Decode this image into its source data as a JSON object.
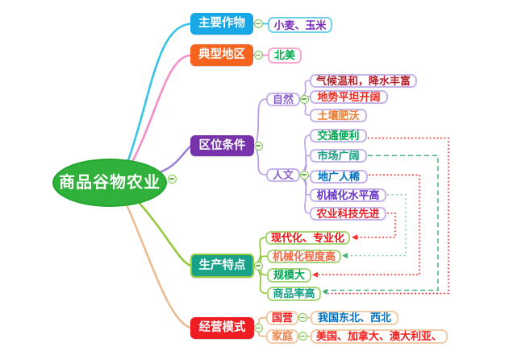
{
  "center": {
    "label": "商品谷物农业",
    "fill": "#2fb13b",
    "text_color": "#ffffff"
  },
  "branches": {
    "crops": {
      "label": "主要作物",
      "fill": "#18a8e6",
      "children": {
        "wheat_corn": {
          "label": "小麦、玉米",
          "text_color": "#7a2dbd"
        }
      }
    },
    "region": {
      "label": "典型地区",
      "fill": "#f4641e",
      "children": {
        "north_america": {
          "label": "北美",
          "text_color": "#00ab4e"
        }
      }
    },
    "location": {
      "label": "区位条件",
      "fill": "#7733aa",
      "natural": {
        "label": "自然",
        "text_color": "#8b5fc7",
        "children": {
          "climate": {
            "label": "气候温和，降水丰富",
            "text_color": "#b4232e"
          },
          "terrain": {
            "label": "地势平坦开阔",
            "text_color": "#f6281e"
          },
          "soil": {
            "label": "土壤肥沃",
            "text_color": "#ef7d31"
          }
        }
      },
      "human": {
        "label": "人文",
        "text_color": "#8b5fc7",
        "children": {
          "transport": {
            "label": "交通便利",
            "text_color": "#00a651"
          },
          "market": {
            "label": "市场广阔",
            "text_color": "#16a085"
          },
          "land": {
            "label": "地广人稀",
            "text_color": "#0070c0"
          },
          "mech_level": {
            "label": "机械化水平高",
            "text_color": "#6633cc"
          },
          "tech": {
            "label": "农业科技先进",
            "text_color": "#e3242b"
          }
        }
      }
    },
    "production": {
      "label": "生产特点",
      "fill": "#18a287",
      "children": {
        "modern": {
          "label": "现代化、专业化",
          "text_color": "#f50f0f"
        },
        "mech_degree": {
          "label": "机械化程度高",
          "text_color": "#f06a45"
        },
        "scale": {
          "label": "规模大",
          "text_color": "#00a651"
        },
        "commodity": {
          "label": "商品率高",
          "text_color": "#16a085"
        }
      }
    },
    "operation": {
      "label": "经营模式",
      "fill": "#ee1c23",
      "state": {
        "label": "国营",
        "text_color": "#f0201f",
        "children": {
          "cn": {
            "label": "我国东北、西北",
            "text_color": "#0070c0"
          }
        }
      },
      "family": {
        "label": "家庭",
        "text_color": "#f08048",
        "children": {
          "intl": {
            "label": "美国、加拿大、澳大利亚、",
            "text_color": "#f0201f"
          }
        }
      }
    }
  },
  "cross_links": [
    {
      "from": "交通便利",
      "to": "商品率高",
      "style": "red-dotted"
    },
    {
      "from": "市场广阔",
      "to": "商品率高",
      "style": "green-dashed"
    },
    {
      "from": "地广人稀",
      "to": "规模大",
      "style": "red-dotted"
    },
    {
      "from": "机械化水平高",
      "to": "机械化程度高",
      "style": "teal-dotted"
    },
    {
      "from": "农业科技先进",
      "to": "现代化、专业化",
      "style": "red-dotted"
    }
  ],
  "palette": {
    "branch_cyan": "#35c4e8",
    "branch_pink": "#f08fc8",
    "branch_purple": "#9e7fd6",
    "branch_light_purple": "#b9a1e3",
    "branch_green": "#94c83d",
    "branch_peach": "#edbb92",
    "border_cyan": "#6fd0ee",
    "border_pink": "#f8a8d0",
    "border_lavender": "#c7b5ea",
    "border_light_green": "#a8d678",
    "border_peach": "#f2cda9",
    "link_red": "#fb2e2e",
    "link_green": "#49b27a",
    "link_teal": "#72cbb4",
    "collapse_green": "#7ec855"
  }
}
